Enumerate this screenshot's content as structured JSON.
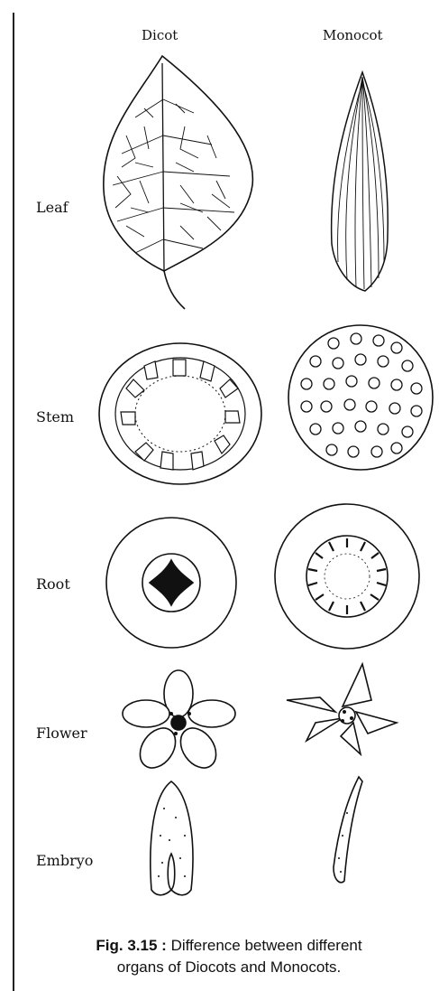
{
  "columns": {
    "dicot": "Dicot",
    "monocot": "Monocot"
  },
  "rows": [
    {
      "label": "Leaf"
    },
    {
      "label": "Stem"
    },
    {
      "label": "Root"
    },
    {
      "label": "Flower"
    },
    {
      "label": "Embryo"
    }
  ],
  "caption": {
    "figure_number": "Fig. 3.15 :",
    "line1": "Difference between different",
    "line2": "organs of Diocots and Monocots."
  }
}
